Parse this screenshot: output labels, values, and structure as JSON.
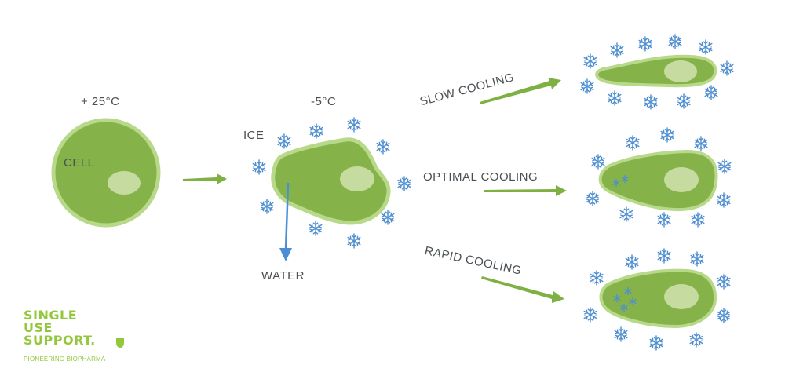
{
  "labels": {
    "temp_warm": "+ 25°C",
    "temp_cold": "-5°C",
    "cell": "CELL",
    "ice": "ICE",
    "water": "WATER",
    "slow": "SLOW COOLING",
    "optimal": "OPTIMAL COOLING",
    "rapid": "RAPID COOLING"
  },
  "logo": {
    "line1": "SINGLE",
    "line2": "USE",
    "line3": "SUPPORT.",
    "tagline": "PIONEERING BIOPHARMA"
  },
  "colors": {
    "cell_fill": "#86b24a",
    "cell_border": "#b8d88a",
    "nucleus": "#c6dba0",
    "arrow_green": "#7fb043",
    "water_arrow": "#4a8fd6",
    "snowflake": "#4f8fd0",
    "text": "#4a4f54",
    "logo": "#93c83d"
  }
}
